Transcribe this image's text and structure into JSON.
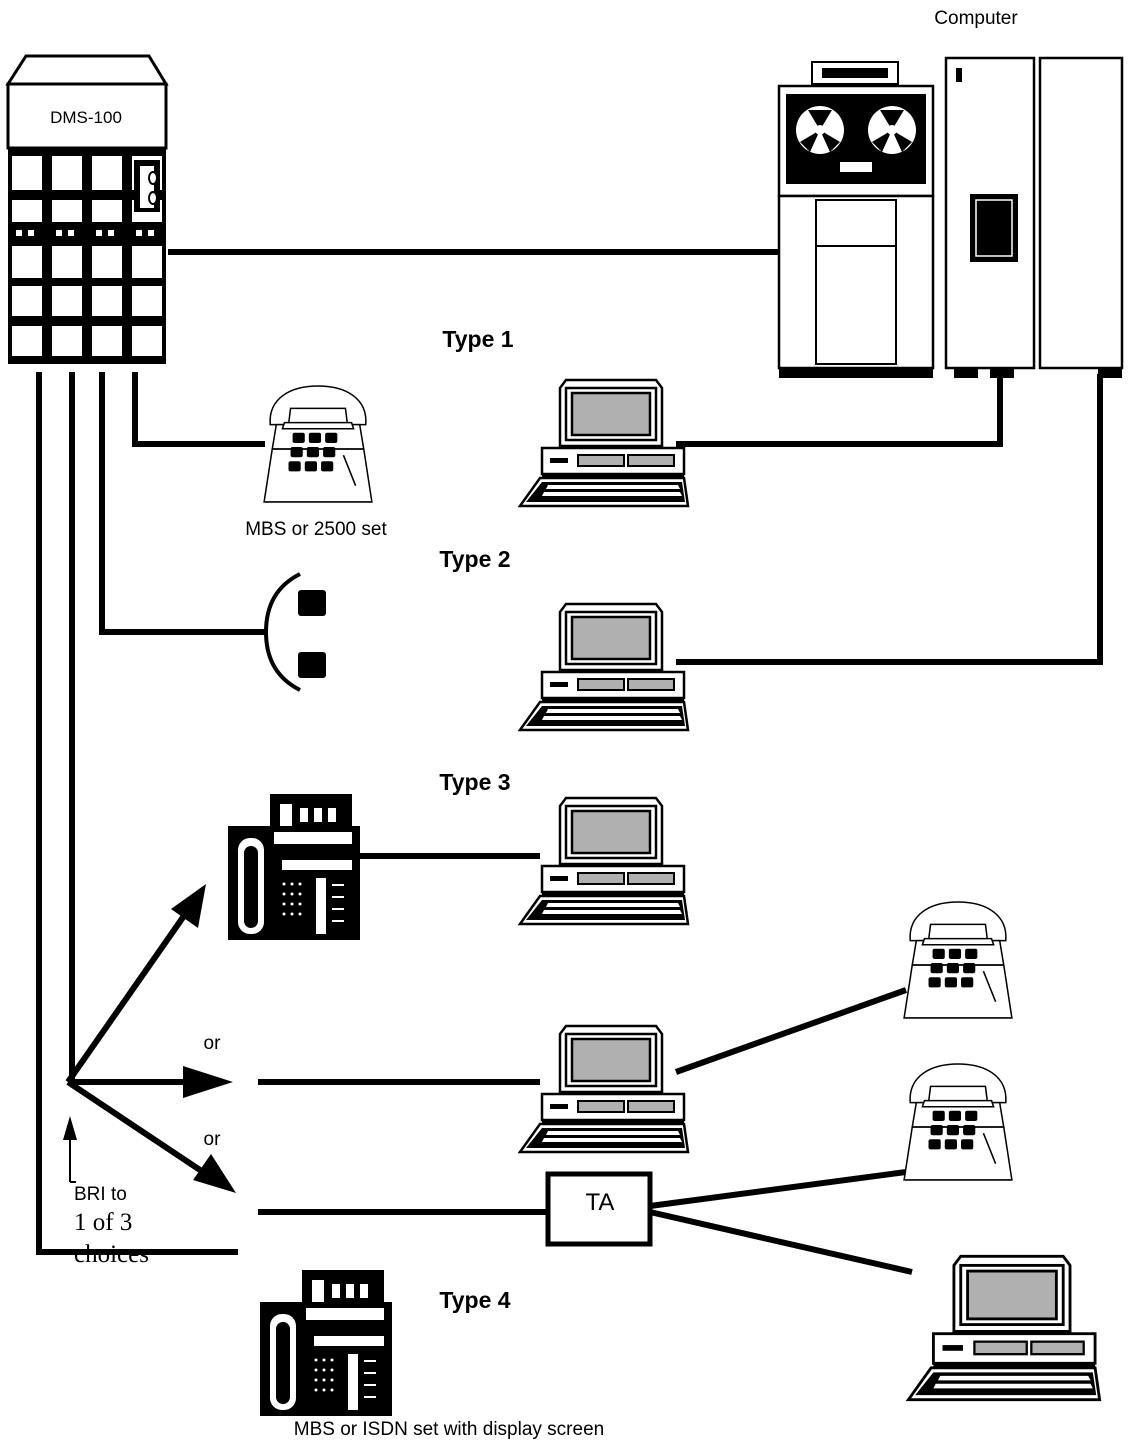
{
  "switch": {
    "label": "DMS-100"
  },
  "computer": {
    "label": "Computer"
  },
  "types": {
    "type1": "Type 1",
    "type2": "Type 2",
    "type3": "Type 3",
    "type4": "Type 4"
  },
  "captions": {
    "mbs_2500": "MBS or 2500 set",
    "mbs_isdn": "MBS or ISDN set with display screen"
  },
  "branch": {
    "or_upper": "or",
    "or_lower": "or",
    "bri_line1": "BRI to",
    "bri_line2": "1 of 3",
    "bri_line3": "choices"
  },
  "terminal_adapter": {
    "label": "TA"
  },
  "icons": {
    "switch": "dms-100-switch-cabinet",
    "mainframe": "mainframe-with-tape-drive",
    "desk_phone": "2500-telephone-icon",
    "headset": "headset-icon",
    "business_set": "business-set-icon",
    "terminal": "computer-terminal-icon"
  }
}
